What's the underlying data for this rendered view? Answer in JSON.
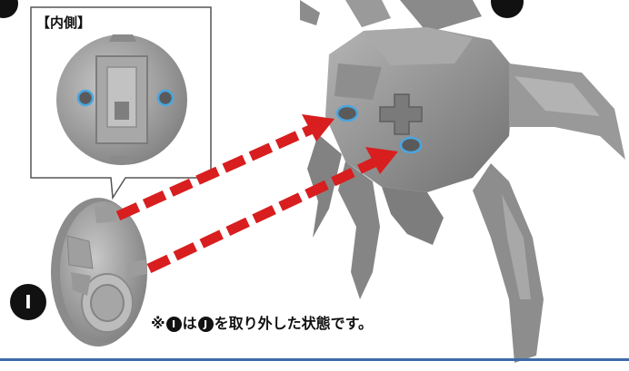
{
  "callout": {
    "title": "【内側】"
  },
  "part": {
    "letter": "I"
  },
  "note": {
    "prefix": "※",
    "part_a": "I",
    "text_mid": "は",
    "part_b": "J",
    "text_end": "を取り外した状態です。"
  },
  "colors": {
    "arrow": "#d81e1e",
    "highlight_ring": "#4aa6e0",
    "plastic": "#9a9a9a",
    "rule": "#3e6aa7"
  }
}
